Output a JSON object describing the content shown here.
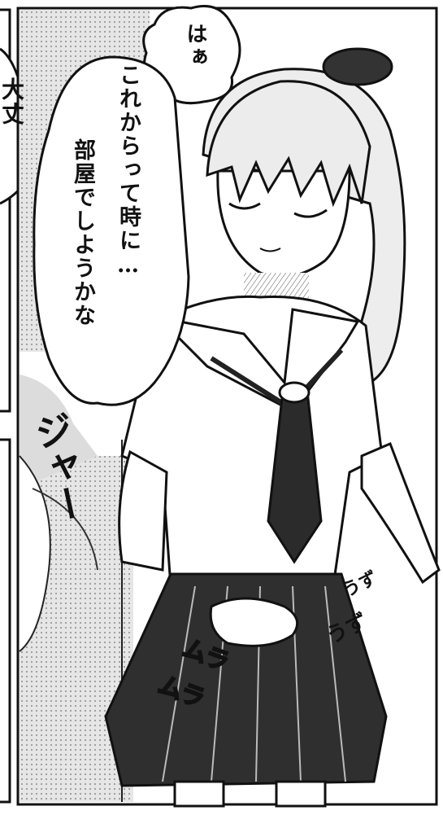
{
  "panel": {
    "speech": {
      "bubble_small": "はぁ",
      "bubble_main_line1": "これからって時に…",
      "bubble_main_line2": "部屋でしようかな"
    },
    "sfx": {
      "water": "ジャー",
      "fidget_top": "うず",
      "fidget_bottom": "うず",
      "tingle_top": "ムラ",
      "tingle_bottom": "ムラ"
    },
    "left_edge_fragment": "大丈"
  }
}
